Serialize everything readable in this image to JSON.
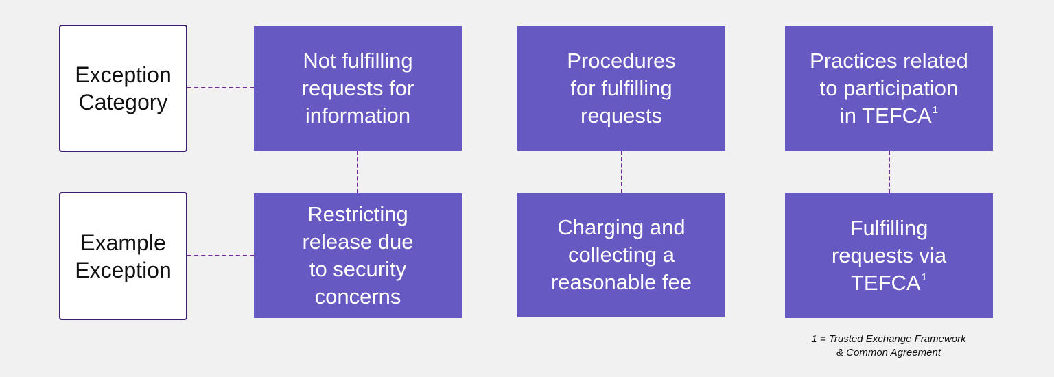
{
  "row_labels": {
    "category": [
      "Exception",
      "Category"
    ],
    "example": [
      "Example",
      "Exception"
    ]
  },
  "columns": [
    {
      "category_lines": [
        "Not fulfilling",
        "requests for",
        "information"
      ],
      "example_lines": [
        "Restricting",
        "release due",
        "to security",
        "concerns"
      ]
    },
    {
      "category_lines": [
        "Procedures",
        "for fulfilling",
        "requests"
      ],
      "example_lines": [
        "Charging and",
        "collecting a",
        "reasonable fee"
      ]
    },
    {
      "category_lines": [
        "Practices related",
        "to participation",
        "in TEFCA"
      ],
      "category_footnote_marker": "1",
      "example_lines": [
        "Fulfilling",
        "requests via",
        "TEFCA"
      ],
      "example_footnote_marker": "1"
    }
  ],
  "footnote": {
    "lines": [
      "1 = Trusted Exchange Framework",
      "& Common Agreement"
    ]
  },
  "colors": {
    "card_fill": "#6659c2",
    "label_border": "#3a1f6e",
    "connector": "#6a2d8f",
    "background": "#f1f1f1"
  }
}
